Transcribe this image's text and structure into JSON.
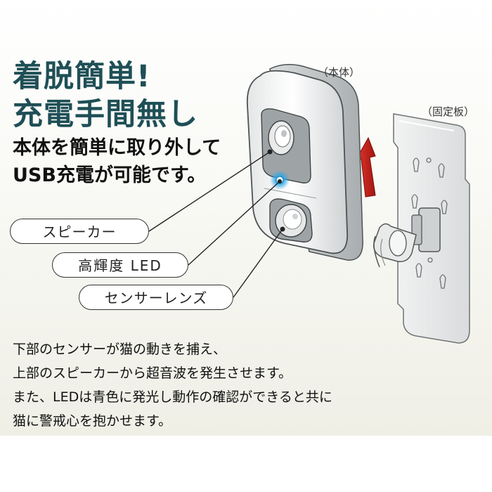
{
  "headline": {
    "line1": "着脱簡単!",
    "line2": "充電手間無し"
  },
  "subheadline": {
    "line1": "本体を簡単に取り外して",
    "line2": "USB充電が可能です。"
  },
  "callouts": {
    "speaker": "スピーカー",
    "led": "高輝度 LED",
    "sensor_lens": "センサーレンズ"
  },
  "part_labels": {
    "main_unit": "（本体）",
    "fixing_plate": "（固定板）"
  },
  "description": {
    "line1": "下部のセンサーが猫の動きを捕え、",
    "line2": "上部のスピーカーから超音波を発生させます。",
    "line3": "また、LEDは青色に発光し動作の確認ができると共に",
    "line4": "猫に警戒心を抱かせます。"
  },
  "colors": {
    "headline": "#1f4f56",
    "arrow": "#c8201c",
    "led_glow": "#2aa7e8"
  },
  "icons": {
    "arrow": "up-arrow-icon"
  }
}
